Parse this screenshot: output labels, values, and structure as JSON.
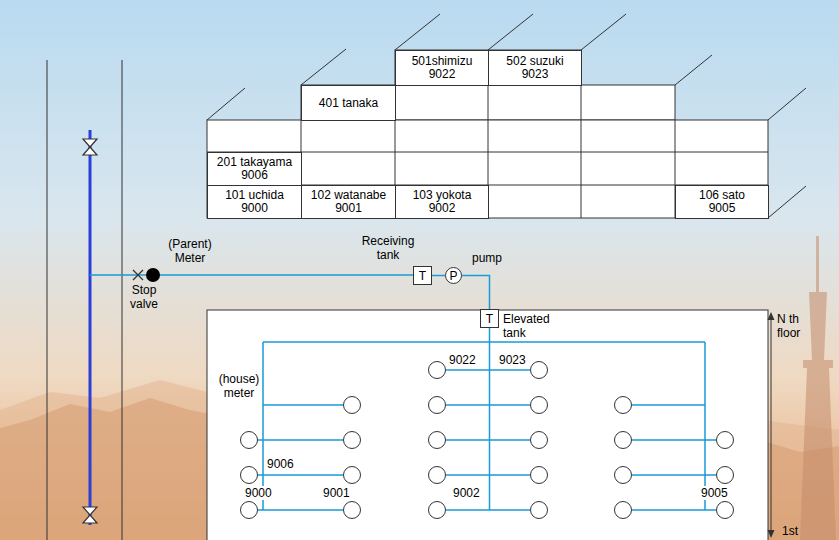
{
  "diagram": {
    "nodes": [
      {
        "text": [
          "501shimizu",
          "9022"
        ]
      },
      {
        "text": [
          "502 suzuki",
          "9023"
        ]
      },
      {
        "text": [
          "401 tanaka"
        ]
      },
      {
        "text": [
          "201 takayama",
          "9006"
        ]
      },
      {
        "text": [
          "101 uchida",
          "9000"
        ]
      },
      {
        "text": [
          "102 watanabe",
          "9001"
        ]
      },
      {
        "text": [
          "103 yokota",
          "9002"
        ]
      },
      {
        "text": [
          "106 sato",
          "9005"
        ]
      },
      {
        "text": [
          "Receiving tank",
          "T"
        ]
      },
      {
        "text": [
          "pump",
          "P"
        ]
      },
      {
        "text": [
          "Elevated tank",
          "T"
        ]
      }
    ],
    "edges": [
      {
        "from": 8,
        "to": 9,
        "arrow": "none"
      },
      {
        "from": 9,
        "to": 10,
        "arrow": "none"
      }
    ],
    "labels": [
      "(Parent) Meter",
      "Stop valve",
      "(house) meter",
      "9022",
      "9023",
      "9006",
      "9000",
      "9001",
      "9002",
      "9005",
      "N th floor",
      "1st"
    ]
  }
}
